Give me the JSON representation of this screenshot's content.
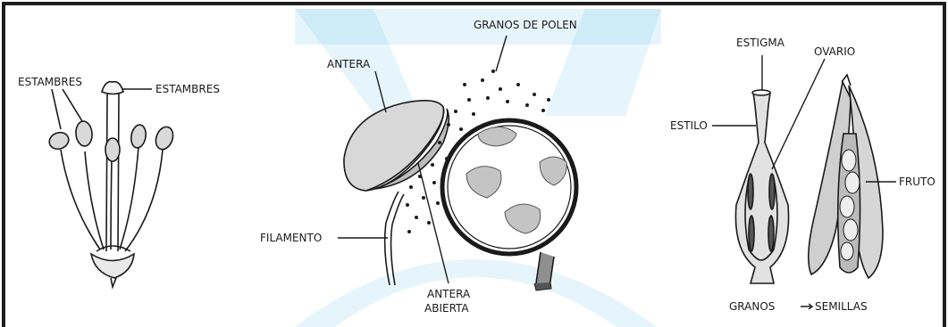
{
  "colors": {
    "border": "#1e1e1e",
    "watermark": "#29a9e0",
    "ink": "#1a1a1a",
    "shade": "#9a9a9a"
  },
  "labels": {
    "estambres_left": "ESTAMBRES",
    "estambres_right": "ESTAMBRES",
    "granos_de_polen": "GRANOS DE POLEN",
    "antera": "ANTERA",
    "filamento": "FILAMENTO",
    "antera_abierta_line1": "ANTERA",
    "antera_abierta_line2": "ABIERTA",
    "estigma": "ESTIGMA",
    "ovario": "OVARIO",
    "estilo": "ESTILO",
    "fruto": "FRUTO",
    "granos_semillas_left": "GRANOS",
    "granos_semillas_arrow": "→",
    "granos_semillas_right": "SEMILLAS"
  }
}
